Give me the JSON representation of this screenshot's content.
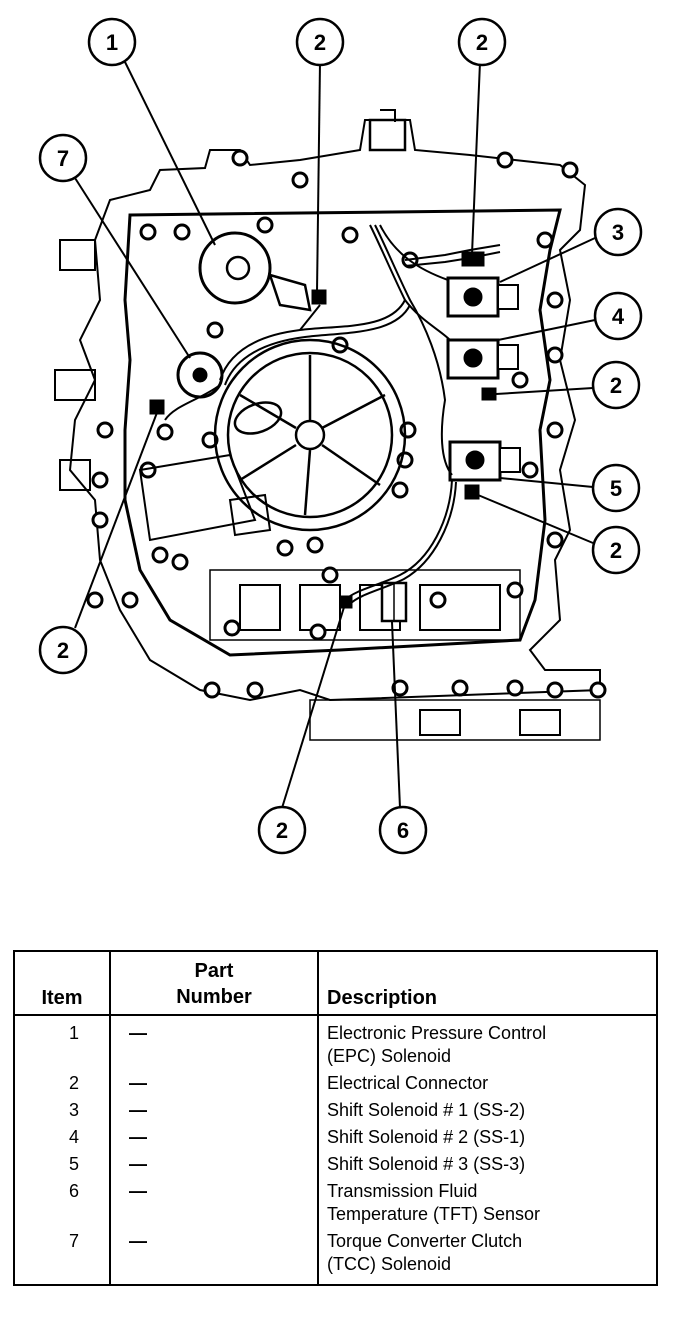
{
  "callouts": [
    {
      "id": "c1",
      "label": "1"
    },
    {
      "id": "c2a",
      "label": "2"
    },
    {
      "id": "c2b",
      "label": "2"
    },
    {
      "id": "c7",
      "label": "7"
    },
    {
      "id": "c3",
      "label": "3"
    },
    {
      "id": "c4",
      "label": "4"
    },
    {
      "id": "c2c",
      "label": "2"
    },
    {
      "id": "c5",
      "label": "5"
    },
    {
      "id": "c2d",
      "label": "2"
    },
    {
      "id": "c2e",
      "label": "2"
    },
    {
      "id": "c2f",
      "label": "2"
    },
    {
      "id": "c6",
      "label": "6"
    }
  ],
  "table": {
    "headers": {
      "item": "Item",
      "part": "Part\nNumber",
      "description": "Description"
    },
    "rows": [
      {
        "item": "1",
        "part": "—",
        "description": "Electronic Pressure Control\n(EPC) Solenoid"
      },
      {
        "item": "2",
        "part": "—",
        "description": "Electrical Connector"
      },
      {
        "item": "3",
        "part": "—",
        "description": "Shift Solenoid # 1 (SS-2)"
      },
      {
        "item": "4",
        "part": "—",
        "description": "Shift Solenoid # 2 (SS-1)"
      },
      {
        "item": "5",
        "part": "—",
        "description": "Shift Solenoid # 3 (SS-3)"
      },
      {
        "item": "6",
        "part": "—",
        "description": "Transmission Fluid\nTemperature (TFT) Sensor"
      },
      {
        "item": "7",
        "part": "—",
        "description": "Torque Converter Clutch\n(TCC) Solenoid"
      }
    ]
  }
}
